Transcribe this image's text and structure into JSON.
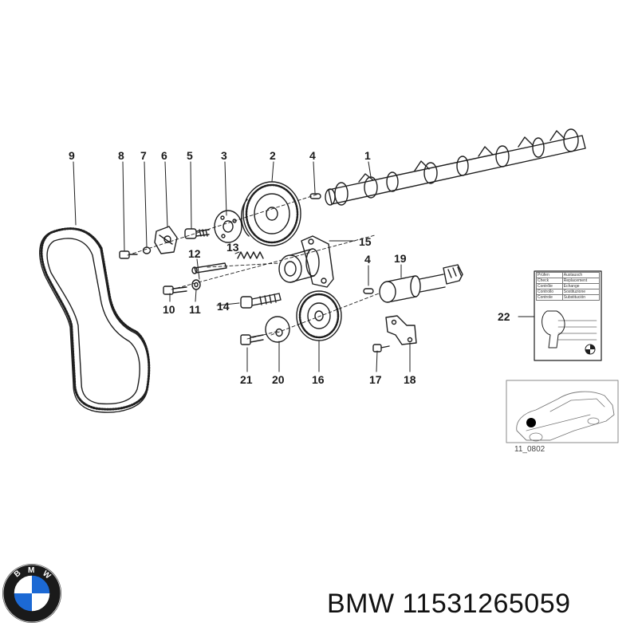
{
  "callouts": {
    "c1": "1",
    "c2": "2",
    "c3": "3",
    "c4a": "4",
    "c4b": "4",
    "c5": "5",
    "c6": "6",
    "c7": "7",
    "c8": "8",
    "c9": "9",
    "c10": "10",
    "c11": "11",
    "c12": "12",
    "c13": "13",
    "c14": "14",
    "c15": "15",
    "c16": "16",
    "c17": "17",
    "c18": "18",
    "c19": "19",
    "c20": "20",
    "c21": "21",
    "c22": "22"
  },
  "instruction_sheet": {
    "rows": [
      [
        "Prüfen",
        "Austausch"
      ],
      [
        "Check",
        "Replacement"
      ],
      [
        "Contrôle",
        "Echange"
      ],
      [
        "Controllo",
        "Sostituzione"
      ],
      [
        "Controle",
        "Substitución"
      ]
    ]
  },
  "figure_code": "11_0802",
  "footer": {
    "brand": "BMW",
    "part_number": "11531265059"
  },
  "colors": {
    "line": "#1e1e1e",
    "brand_blue": "#1c69d4",
    "text": "#111111"
  }
}
